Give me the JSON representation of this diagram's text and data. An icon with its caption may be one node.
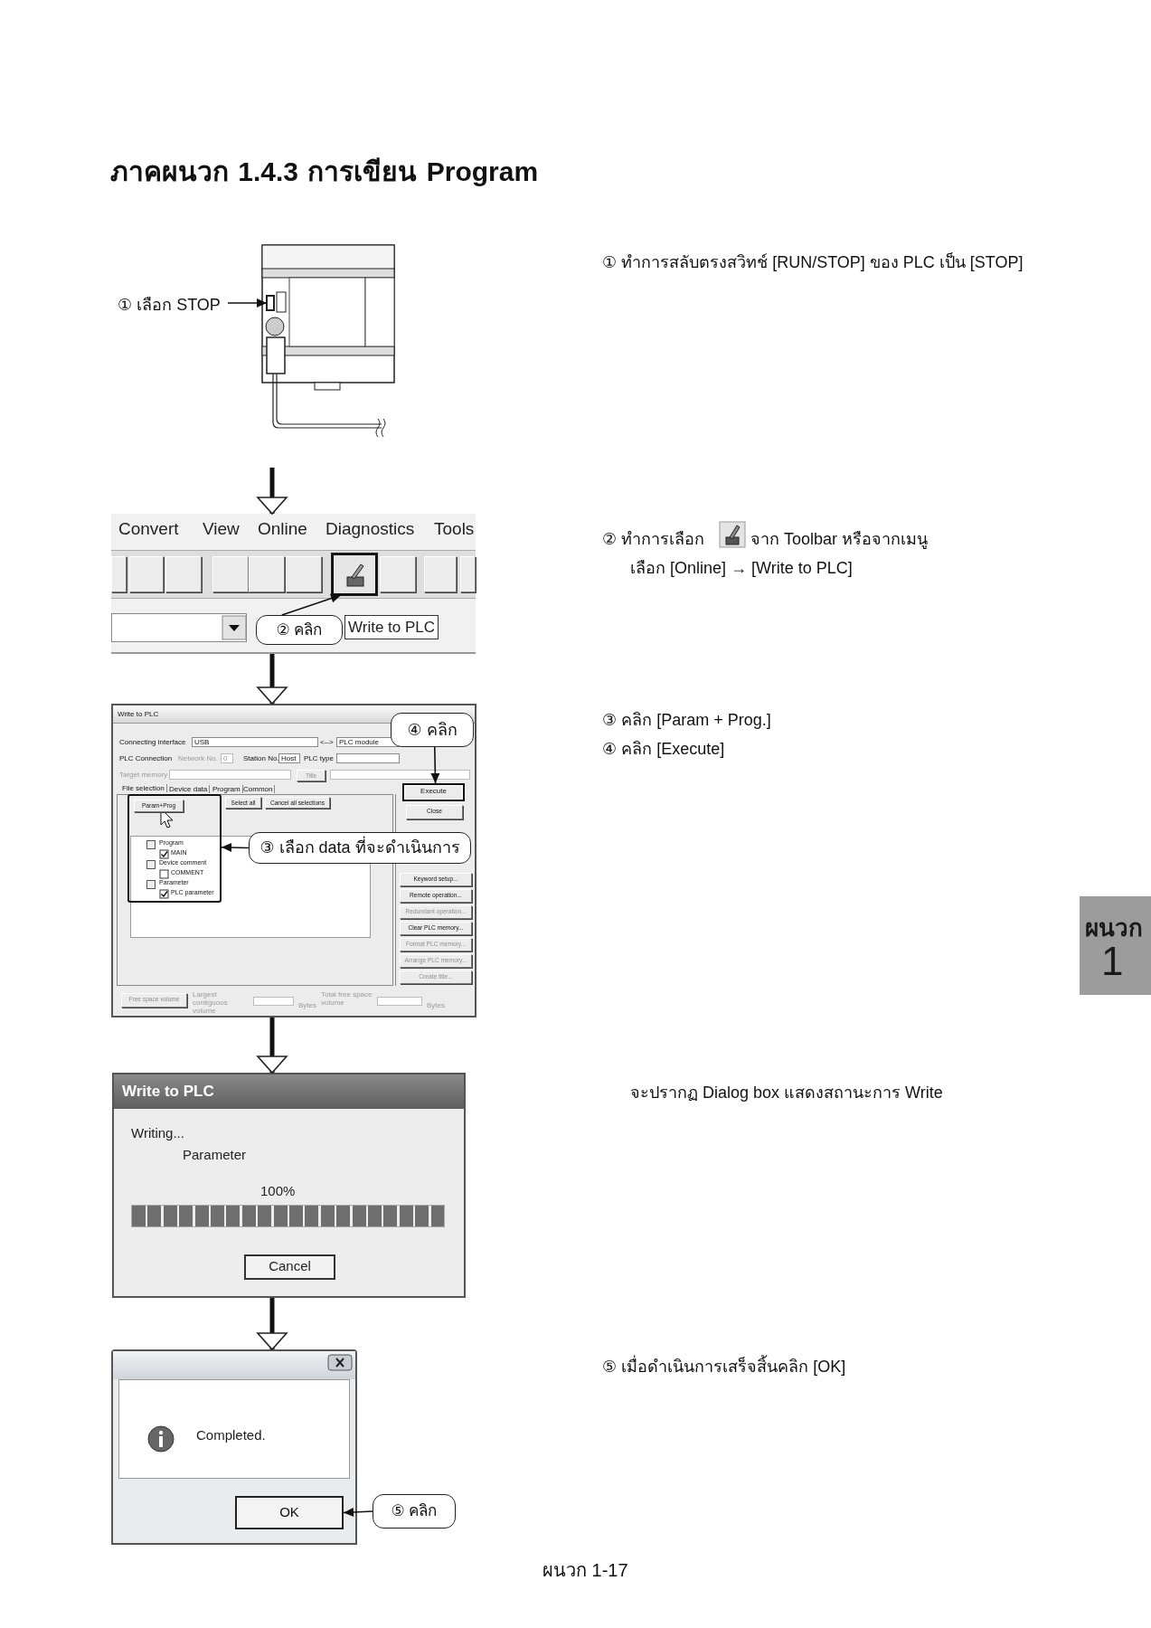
{
  "diagram": {
    "title": "ภาคผนวก 1.4.3 การเขียน Program",
    "nodes": [
      {
        "text": [],
        "shape": "picture"
      },
      {
        "text": [],
        "shape": "box",
        "in": 0
      },
      {
        "text": [
          "① เลือก STOP"
        ]
      },
      {
        "text": [
          "Convert",
          "View",
          "Online",
          "Diagnostics",
          "Tools",
          "Write to PLC"
        ]
      },
      {
        "text": [],
        "shape": "box",
        "in": 3
      },
      {
        "text": [
          "② คลิก"
        ],
        "in": 3
      },
      {
        "text": [
          "Write to PLC",
          "Connecting interface",
          "USB",
          "<-->",
          "PLC module",
          "PLC Connection",
          "Network No.",
          "0",
          "Station No.",
          "Host",
          "PLC type",
          "Target memory",
          "Title",
          "File selection",
          "Device data",
          "Program",
          "Common",
          "Select all",
          "Cancel all selections",
          "Close",
          "Keyword setup...",
          "Remote operation...",
          "Redundant operation...",
          "Clear PLC memory...",
          "Format PLC memory...",
          "Arrange PLC memory...",
          "Create title...",
          "Free space volume",
          "Largest contiguous volume",
          "Bytes",
          "Total free space volume",
          "Bytes"
        ]
      },
      {
        "text": [
          "Param+Prog",
          "Program",
          "MAIN",
          "Device comment",
          "COMMENT",
          "Parameter",
          "PLC parameter"
        ],
        "in": 6
      },
      {
        "text": [
          "Execute"
        ],
        "in": 6
      },
      {
        "text": [
          "④ คลิก"
        ],
        "in": 6
      },
      {
        "text": [
          "③ เลือก data ที่จะดำเนินการ"
        ],
        "in": 6
      },
      {
        "text": [
          "Write to PLC",
          "Writing...",
          "Parameter",
          "100%",
          "Cancel"
        ]
      },
      {
        "text": [
          "Completed."
        ]
      },
      {
        "text": [
          "OK"
        ],
        "in": 12
      },
      {
        "text": [
          "⑤ คลิก"
        ]
      },
      {
        "text": [
          "ผนวก",
          "1"
        ]
      }
    ],
    "edges": [
      {
        "from": 2,
        "to": 1,
        "arrow": "to"
      },
      {
        "from": 5,
        "to": 4,
        "arrow": "to"
      },
      {
        "from": 9,
        "to": 8,
        "arrow": "to"
      },
      {
        "from": 10,
        "to": 7,
        "arrow": "to"
      },
      {
        "from": 14,
        "to": 13,
        "arrow": "to"
      },
      {
        "from": 0,
        "to": 3,
        "arrow": "to",
        "style": "thick"
      },
      {
        "from": 3,
        "to": 6,
        "arrow": "to",
        "style": "thick"
      },
      {
        "from": 6,
        "to": 11,
        "arrow": "to",
        "style": "thick"
      },
      {
        "from": 11,
        "to": 12,
        "arrow": "to",
        "style": "thick"
      }
    ],
    "labels": [
      "① ทำการสลับตรงสวิทช์ [RUN/STOP] ของ PLC เป็น [STOP]",
      "② ทำการเลือก",
      "จาก Toolbar หรือจากเมนู",
      "เลือก [Online] → [Write to PLC]",
      "③ คลิก [Param + Prog.]",
      "④ คลิก [Execute]",
      "จะปรากฏ Dialog box แสดงสถานะการ Write",
      "⑤ เมื่อดำเนินการเสร็จสิ้นคลิก [OK]",
      "ผนวก 1-17"
    ]
  }
}
